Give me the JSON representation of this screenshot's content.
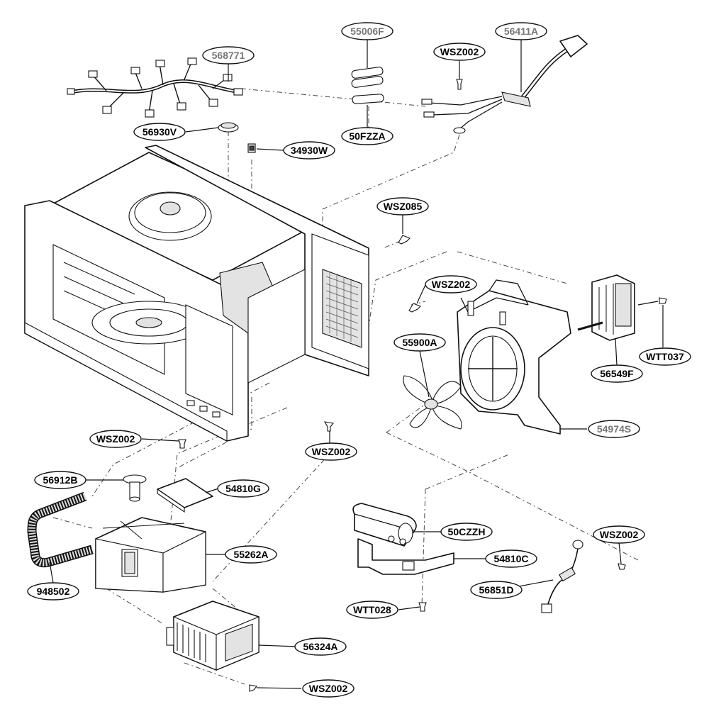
{
  "labels": {
    "p55006F": "55006F",
    "p568771": "568771",
    "p56411A": "56411A",
    "pWSZ002_top": "WSZ002",
    "p56930V": "56930V",
    "p34930W": "34930W",
    "p50FZZA": "50FZZA",
    "pWSZ085": "WSZ085",
    "pWSZ202": "WSZ202",
    "p55900A": "55900A",
    "pWTT037": "WTT037",
    "p56549F": "56549F",
    "p54974S": "54974S",
    "pWSZ002_left": "WSZ002",
    "pWSZ002_mid": "WSZ002",
    "p56912B": "56912B",
    "p54810G": "54810G",
    "p55262A": "55262A",
    "p948502": "948502",
    "p50CZZH": "50CZZH",
    "pWSZ002_right": "WSZ002",
    "p54810C": "54810C",
    "p56851D": "56851D",
    "pWTT028": "WTT028",
    "p56324A": "56324A",
    "pWSZ002_bottom": "WSZ002"
  },
  "colors": {
    "label_text": "#000000",
    "label_text_gray": "#777777",
    "line": "#111111"
  }
}
